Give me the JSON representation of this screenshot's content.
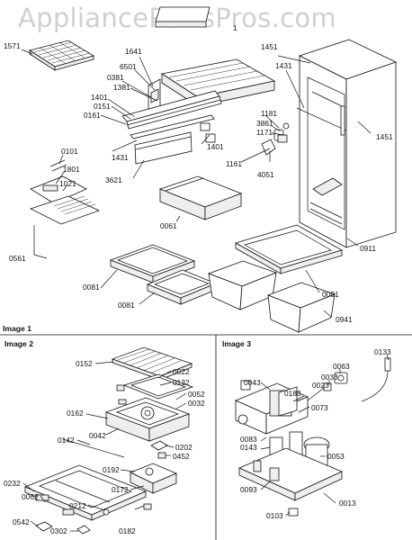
{
  "watermark": "AppliancePartsPros.com",
  "sections": {
    "image1": "Image 1",
    "image2": "Image 2",
    "image3": "Image 3"
  },
  "image1_labels": {
    "l_1571": "1571",
    "l_1641": "1641",
    "l_6501": "6501",
    "l_0381": "0381",
    "l_1381": "1381",
    "l_1401a": "1401",
    "l_0151": "0151",
    "l_0161": "0161",
    "l_1451a": "1451",
    "l_1431a": "1431",
    "l_1181": "1181",
    "l_3861": "3861",
    "l_1171": "1171",
    "l_1451b": "1451",
    "l_1401b": "1401",
    "l_1161": "1161",
    "l_4051": "4051",
    "l_0101": "0101",
    "l_1801": "1801",
    "l_1021": "1021",
    "l_1431b": "1431",
    "l_3621": "3621",
    "l_0061": "0061",
    "l_0561": "0561",
    "l_0911": "0911",
    "l_0081a": "0081",
    "l_0081b": "0081",
    "l_0091": "0091",
    "l_0941": "0941",
    "l_top": "1"
  },
  "image2_labels": {
    "l_0152": "0152",
    "l_0022": "0022",
    "l_0132": "0132",
    "l_0052": "0052",
    "l_0032": "0032",
    "l_0162": "0162",
    "l_0042": "0042",
    "l_0142": "0142",
    "l_0202": "0202",
    "l_0452": "0452",
    "l_0192": "0192",
    "l_0172": "0172",
    "l_0232": "0232",
    "l_0062": "0062",
    "l_0212": "0212",
    "l_0542": "0542",
    "l_0302": "0302",
    "l_0182": "0182"
  },
  "image3_labels": {
    "l_0133": "0133",
    "l_0063": "0063",
    "l_0043": "0043",
    "l_0033": "0033",
    "l_0023": "0023",
    "l_0183": "0183",
    "l_0073": "0073",
    "l_0083": "0083",
    "l_0143": "0143",
    "l_0053": "0053",
    "l_0093": "0093",
    "l_0013": "0013",
    "l_0103": "0103"
  }
}
